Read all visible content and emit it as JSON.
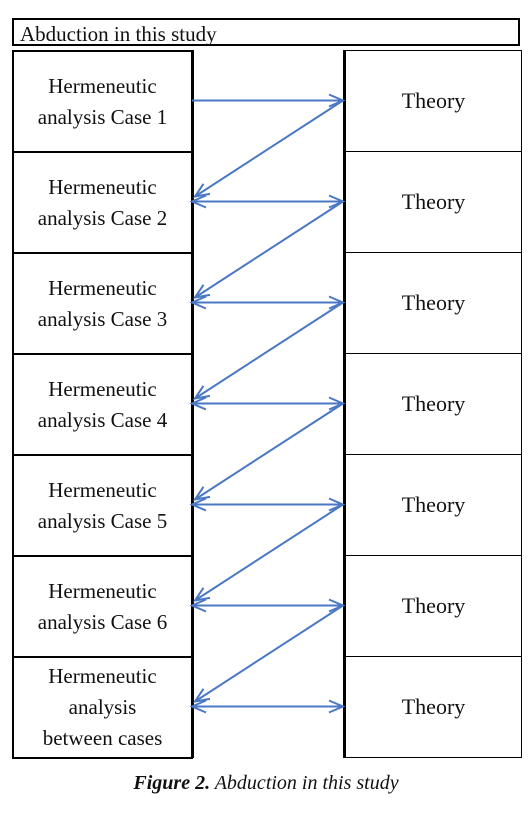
{
  "title": "Abduction in this study",
  "rows": [
    {
      "left": [
        "Hermeneutic",
        "analysis Case 1"
      ],
      "right": "Theory"
    },
    {
      "left": [
        "Hermeneutic",
        "analysis Case 2"
      ],
      "right": "Theory"
    },
    {
      "left": [
        "Hermeneutic",
        "analysis Case 3"
      ],
      "right": "Theory"
    },
    {
      "left": [
        "Hermeneutic",
        "analysis Case 4"
      ],
      "right": "Theory"
    },
    {
      "left": [
        "Hermeneutic",
        "analysis Case 5"
      ],
      "right": "Theory"
    },
    {
      "left": [
        "Hermeneutic",
        "analysis Case 6"
      ],
      "right": "Theory"
    },
    {
      "left": [
        "Hermeneutic",
        "analysis",
        "between cases"
      ],
      "right": "Theory"
    }
  ],
  "caption": {
    "label": "Figure 2.",
    "text": "Abduction in this study"
  },
  "colors": {
    "arrow": "#4a78c4",
    "border": "#000000"
  }
}
